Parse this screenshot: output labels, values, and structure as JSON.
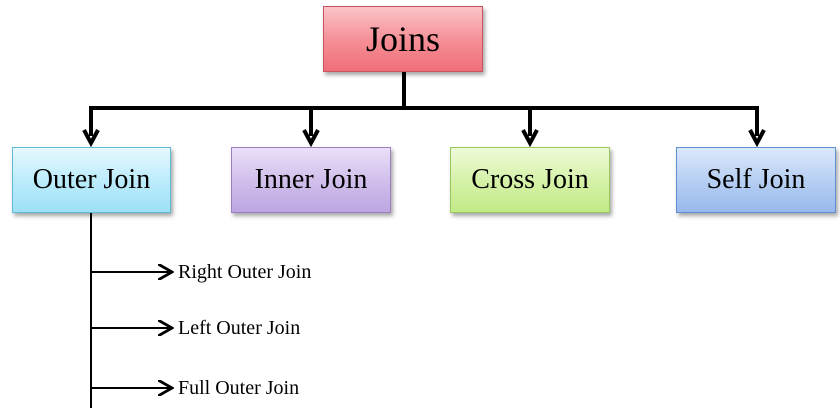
{
  "root": {
    "label": "Joins"
  },
  "children": [
    {
      "label": "Outer Join",
      "color": "#b9ebfb"
    },
    {
      "label": "Inner Join",
      "color": "#cfbdea"
    },
    {
      "label": "Cross Join",
      "color": "#d4f1a5"
    },
    {
      "label": "Self Join",
      "color": "#b4cdf2"
    }
  ],
  "root_color": "#f58c94",
  "outer_join_subtypes": [
    {
      "label": "Right Outer Join"
    },
    {
      "label": "Left Outer Join"
    },
    {
      "label": "Full Outer Join"
    }
  ],
  "connector_color": "#000000"
}
